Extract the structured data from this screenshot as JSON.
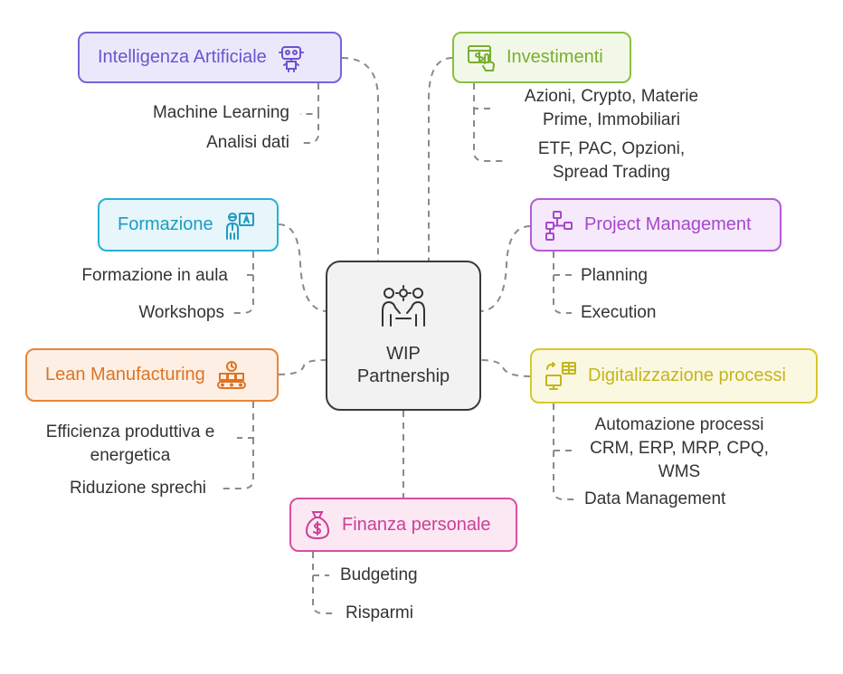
{
  "center": {
    "line1": "WIP",
    "line2": "Partnership",
    "icon": "collaboration-icon"
  },
  "branches": {
    "ai": {
      "title": "Intelligenza Artificiale",
      "icon": "robot-icon",
      "color": "#7b61d9",
      "fill": "#ece8fb",
      "items": [
        "Machine Learning",
        "Analisi dati"
      ]
    },
    "investimenti": {
      "title": "Investimenti",
      "icon": "finance-click-icon",
      "color": "#8cbf3f",
      "fill": "#f2f8e8",
      "items": [
        [
          "Azioni, Crypto, Materie",
          "Prime, Immobiliari"
        ],
        [
          "ETF, PAC, Opzioni,",
          "Spread Trading"
        ]
      ]
    },
    "formazione": {
      "title": "Formazione",
      "icon": "teacher-icon",
      "color": "#25b1d6",
      "fill": "#e6f6fb",
      "items": [
        "Formazione in aula",
        "Workshops"
      ]
    },
    "project": {
      "title": "Project Management",
      "icon": "workflow-icon",
      "color": "#b45ad8",
      "fill": "#f6e9fb",
      "items": [
        "Planning",
        "Execution"
      ]
    },
    "lean": {
      "title": "Lean Manufacturing",
      "icon": "conveyor-icon",
      "color": "#e9843a",
      "fill": "#fdefe3",
      "items": [
        [
          "Efficienza produttiva e",
          "energetica"
        ],
        "Riduzione sprechi"
      ]
    },
    "digital": {
      "title": "Digitalizzazione processi",
      "icon": "digital-process-icon",
      "color": "#d9c82a",
      "fill": "#fbf8e2",
      "items": [
        [
          "Automazione processi",
          "CRM, ERP, MRP, CPQ,",
          "WMS"
        ],
        "Data Management"
      ]
    },
    "finanza": {
      "title": "Finanza personale",
      "icon": "money-bag-icon",
      "color": "#d84fa6",
      "fill": "#fbe8f3",
      "items": [
        "Budgeting",
        "Risparmi"
      ]
    }
  },
  "colors": {
    "connector": "#8a8a8a",
    "center_border": "#3a3a3a",
    "center_fill": "#f2f2f2",
    "text": "#333333"
  }
}
